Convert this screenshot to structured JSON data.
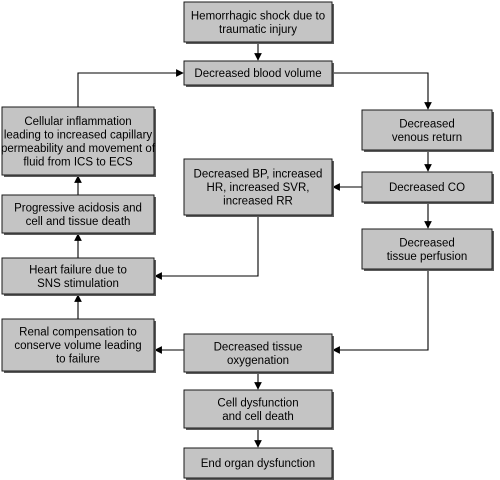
{
  "nodes": {
    "shock": [
      "Hemorrhagic shock due to",
      "traumatic injury"
    ],
    "blood_volume": [
      "Decreased blood volume"
    ],
    "venous_return": [
      "Decreased",
      "venous return"
    ],
    "co": [
      "Decreased CO"
    ],
    "vitals": [
      "Decreased BP, increased",
      "HR, increased SVR,",
      "increased RR"
    ],
    "perfusion": [
      "Decreased",
      "tissue perfusion"
    ],
    "oxygenation": [
      "Decreased tissue",
      "oxygenation"
    ],
    "cell_death": [
      "Cell dysfunction",
      "and cell death"
    ],
    "end_organ": [
      "End organ dysfunction"
    ],
    "inflammation": [
      "Cellular inflammation",
      "leading to increased capillary",
      "permeability and movement of",
      "fluid from ICS to ECS"
    ],
    "acidosis": [
      "Progressive acidosis and",
      "cell and tissue death"
    ],
    "heart_failure": [
      "Heart failure due to",
      "SNS stimulation"
    ],
    "renal": [
      "Renal compensation to",
      "conserve volume leading",
      "to failure"
    ]
  },
  "colors": {
    "box_fill": "#c4c4c4",
    "box_shadow": "#5c5c5c",
    "box_border": "#1a1a1a",
    "arrow": "#000000"
  }
}
